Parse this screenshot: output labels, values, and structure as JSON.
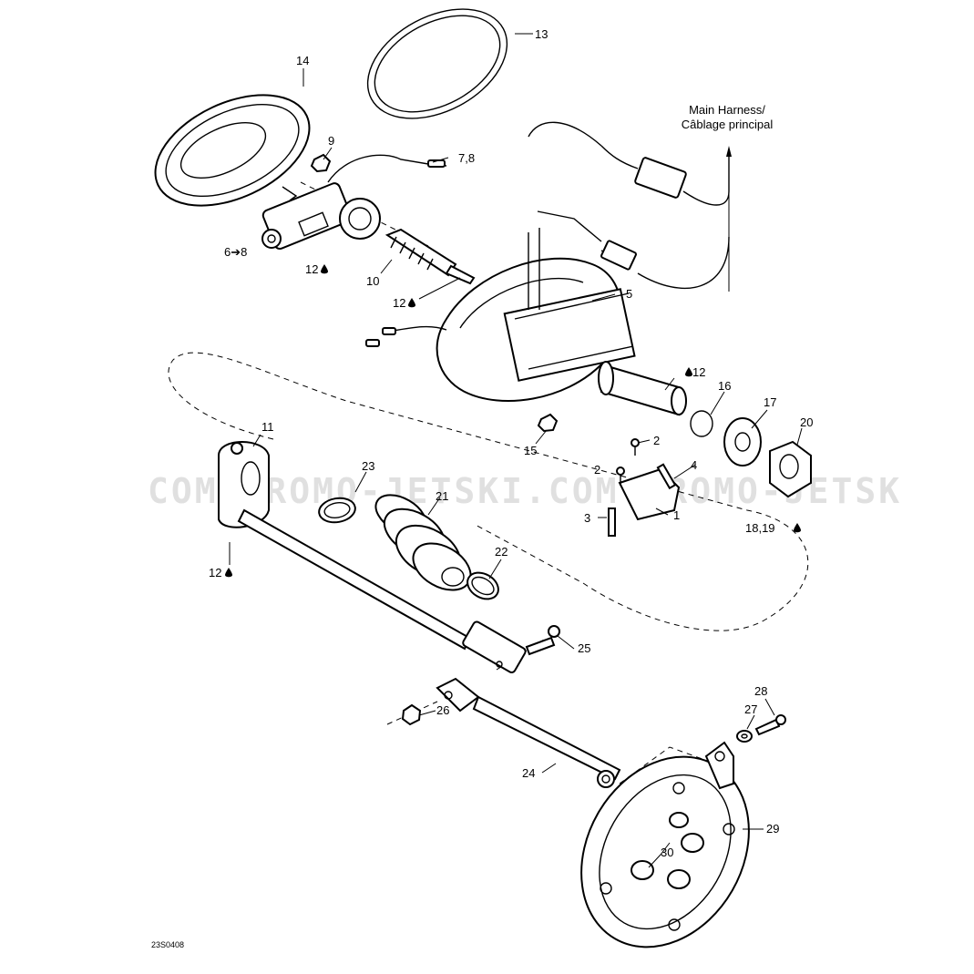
{
  "watermark": "COM  PROMO-JETSKI.COM  PROMO-JETSK",
  "drawing_code": "23S0408",
  "harness_label": {
    "line1": "Main Harness/",
    "line2": "Câblage principal"
  },
  "callouts": {
    "c1": "1",
    "c2a": "2",
    "c2b": "2",
    "c3": "3",
    "c4": "4",
    "c5": "5",
    "c6_8": "6➔8",
    "c7_8": "7,8",
    "c9": "9",
    "c10": "10",
    "c11": "11",
    "c12_motor": "12",
    "c12_screw": "12",
    "c12_shaft": "12",
    "c12_tube": "12",
    "c13": "13",
    "c14": "14",
    "c15": "15",
    "c16": "16",
    "c17": "17",
    "c18_19": "18,19",
    "c20": "20",
    "c21": "21",
    "c22": "22",
    "c23": "23",
    "c24": "24",
    "c25": "25",
    "c26": "26",
    "c27": "27",
    "c28": "28",
    "c29": "29",
    "c30": "30"
  },
  "icons": {
    "lubricant": "drop-icon"
  }
}
